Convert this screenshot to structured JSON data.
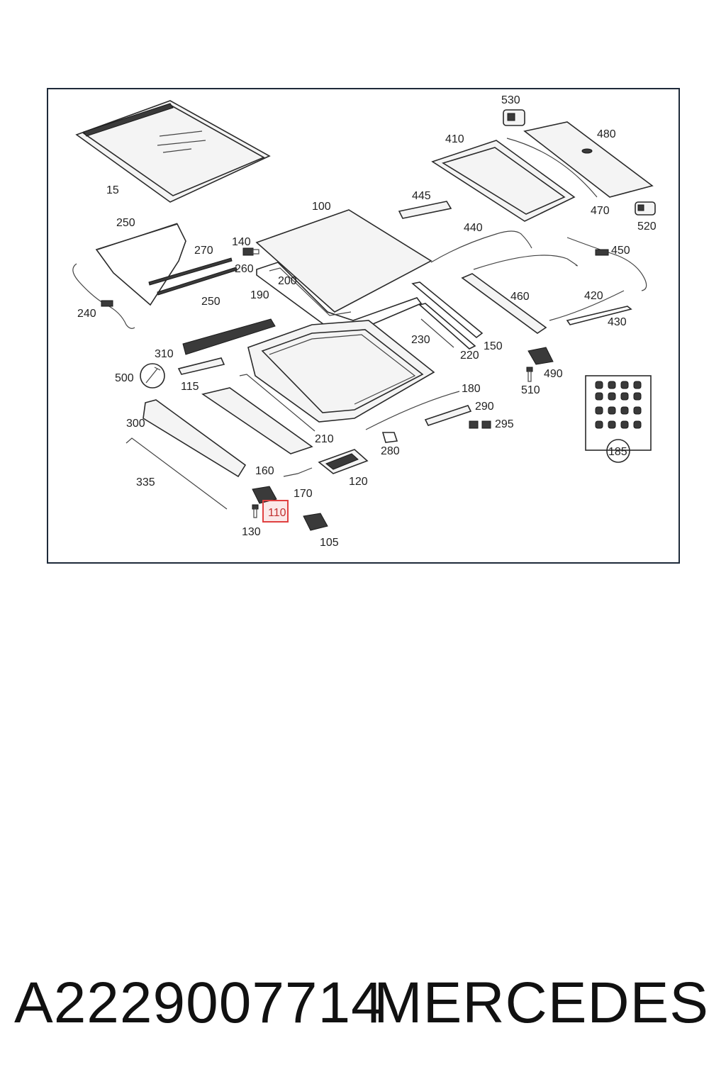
{
  "diagram": {
    "callouts": [
      "15",
      "100",
      "105",
      "110",
      "115",
      "120",
      "130",
      "140",
      "150",
      "160",
      "170",
      "180",
      "185",
      "190",
      "200",
      "210",
      "220",
      "230",
      "240",
      "250",
      "250",
      "260",
      "270",
      "280",
      "290",
      "295",
      "300",
      "310",
      "335",
      "410",
      "420",
      "430",
      "440",
      "445",
      "450",
      "460",
      "470",
      "480",
      "490",
      "500",
      "510",
      "520",
      "530"
    ],
    "highlighted_callout": "110",
    "highlight_color": "#e04040"
  },
  "footer": {
    "part_number": "A2229007714",
    "brand": "MERCEDES"
  }
}
